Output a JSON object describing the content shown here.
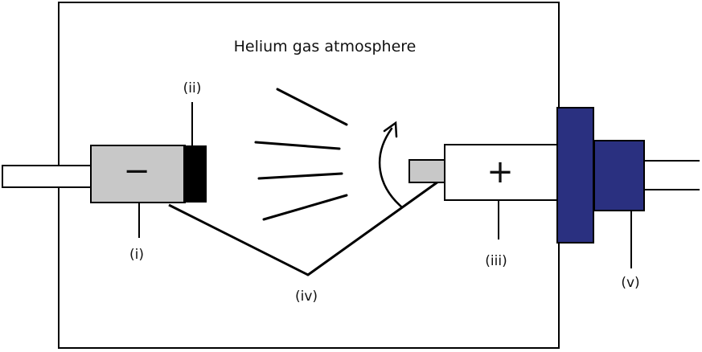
{
  "title": "Helium gas atmosphere",
  "signs": {
    "cathode": "−",
    "anode": "+"
  },
  "labels": {
    "i": "(i)",
    "ii": "(ii)",
    "iii": "(iii)",
    "iv": "(iv)",
    "v": "(v)"
  },
  "colors": {
    "chamber_stroke": "#000000",
    "cathode_fill": "#c8c8c8",
    "cathode_tip": "#000000",
    "anode_fill": "#ffffff",
    "anode_tip": "#c8c8c8",
    "flange": "#2a3080"
  },
  "icons": {
    "arrow": "curved-arrow-icon"
  }
}
